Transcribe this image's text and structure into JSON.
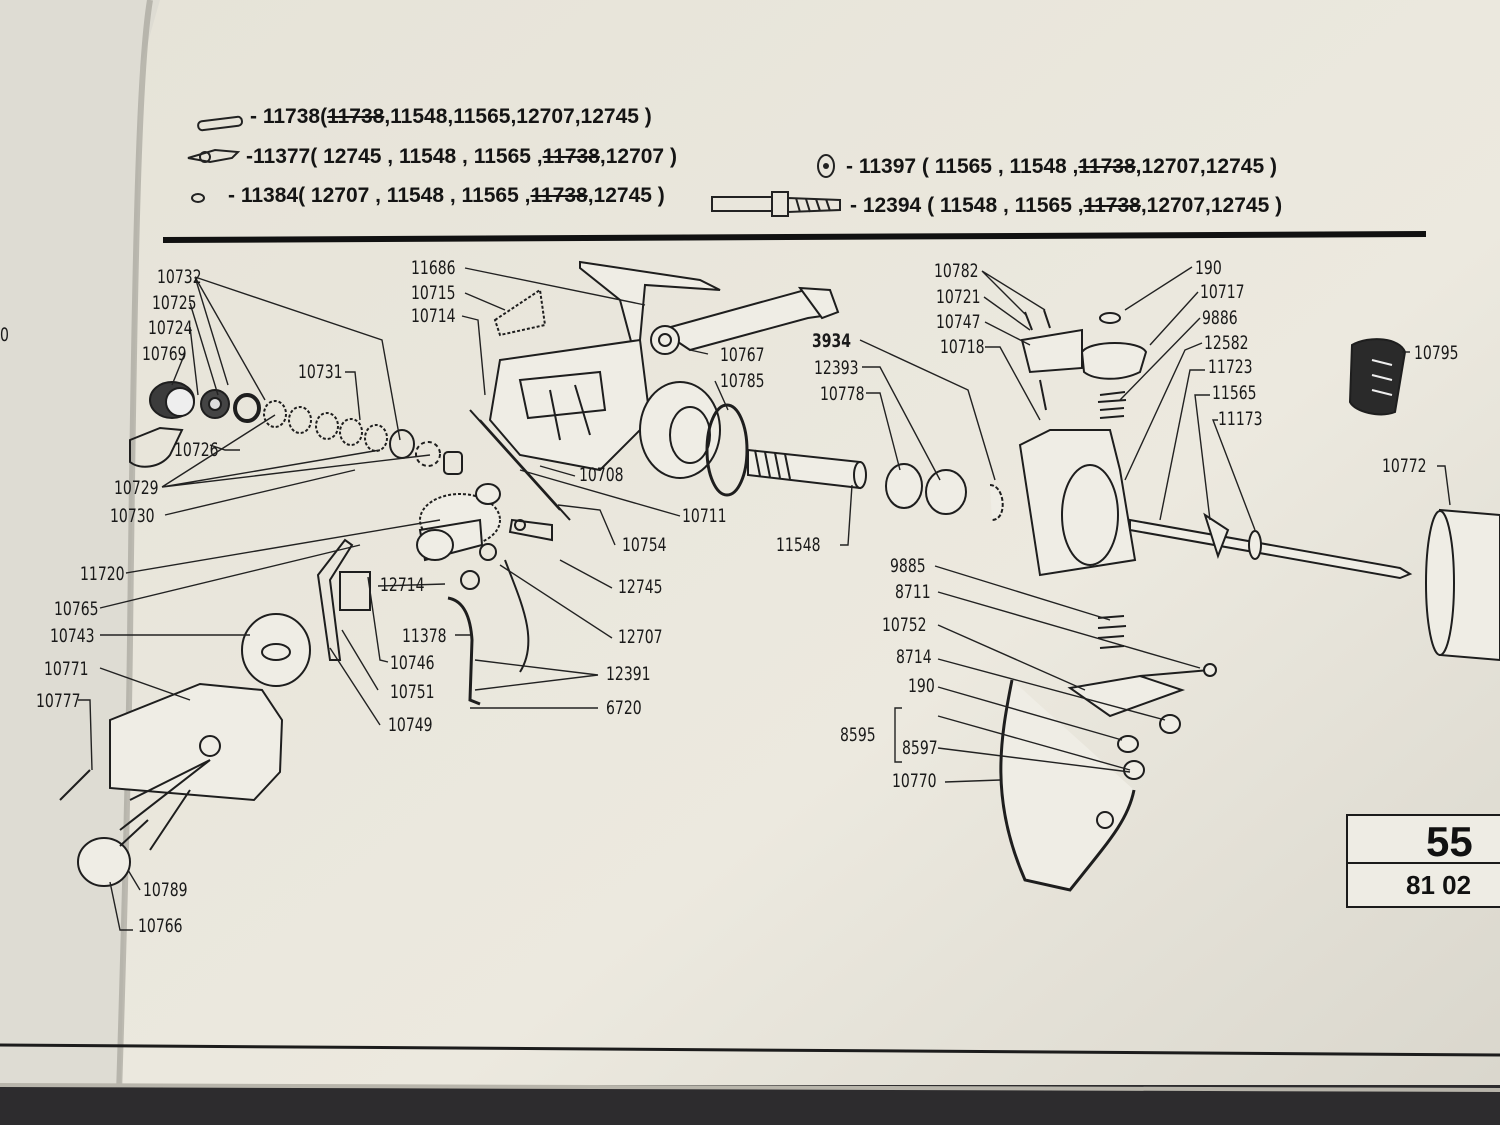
{
  "legend": [
    {
      "part": "11738",
      "pre": "(",
      "struck": "11738",
      "rest": ",11548,11565,12707,12745 )"
    },
    {
      "part": "11377",
      "pre": "( 12745 , 11548 , 11565 ,",
      "struck": "11738",
      "rest": ",12707 )"
    },
    {
      "part": "11384",
      "pre": "( 12707 , 11548 , 11565 ,",
      "struck": "11738",
      "rest": ",12745 )"
    },
    {
      "part": "11397",
      "pre": "( 11565 , 11548 ,",
      "struck": "11738",
      "rest": ",12707,12745 )"
    },
    {
      "part": "12394",
      "pre": "( 11548 , 11565 ,",
      "struck": "11738",
      "rest": ",12707,12745 )"
    }
  ],
  "labels": {
    "l10732": "10732",
    "l10725": "10725",
    "l10724": "10724",
    "l10769": "10769",
    "l10726": "10726",
    "l10729": "10729",
    "l10730": "10730",
    "l10731": "10731",
    "l11686": "11686",
    "l10715": "10715",
    "l10714": "10714",
    "l10767": "10767",
    "l10785": "10785",
    "l10708": "10708",
    "l10711": "10711",
    "l10754": "10754",
    "l11548": "11548",
    "l11720": "11720",
    "l10765": "10765",
    "l10743": "10743",
    "l10771": "10771",
    "l10777": "10777",
    "l12714": "12714",
    "l11378": "11378",
    "l10746": "10746",
    "l10751": "10751",
    "l10749": "10749",
    "l12745": "12745",
    "l12707": "12707",
    "l12391": "12391",
    "l6720": "6720",
    "l10789": "10789",
    "l10766": "10766",
    "l3934": "3934",
    "l12393": "12393",
    "l10778": "10778",
    "l10782": "10782",
    "l10721": "10721",
    "l10747": "10747",
    "l10718": "10718",
    "l190a": "190",
    "l10717": "10717",
    "l9886": "9886",
    "l12582": "12582",
    "l11723": "11723",
    "l11565": "11565",
    "l11173": "11173",
    "l10795": "10795",
    "l10772": "10772",
    "l9885": "9885",
    "l8711": "8711",
    "l10752": "10752",
    "l8714": "8714",
    "l190b": "190",
    "l8595": "8595",
    "l8597": "8597",
    "l10770": "10770",
    "l0": "0"
  },
  "page": {
    "number": "55",
    "sub": "81  02"
  }
}
